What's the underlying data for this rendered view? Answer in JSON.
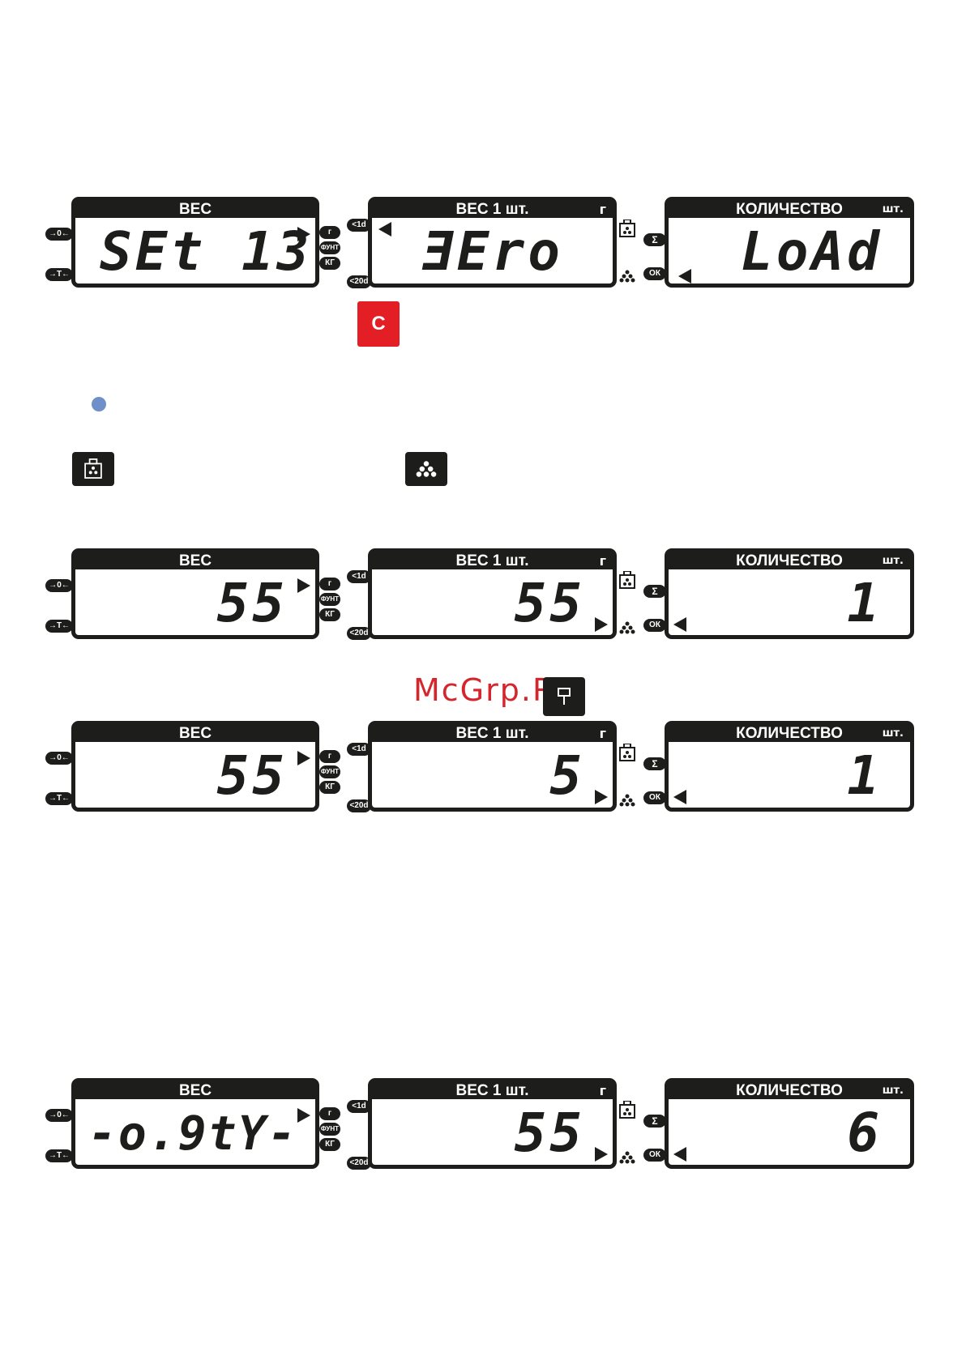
{
  "displays": [
    {
      "weight": {
        "label": "ВЕС",
        "value": "SEt 13",
        "align": "left"
      },
      "unit": {
        "label": "ВЕС 1 шт.",
        "unit": "г",
        "value": "ƎEro",
        "align": "center"
      },
      "count": {
        "label": "КОЛИЧЕСТВО",
        "unit": "шт.",
        "value": "LoAd",
        "align": "right"
      }
    },
    {
      "weight": {
        "label": "ВЕС",
        "value": "55",
        "align": "right"
      },
      "unit": {
        "label": "ВЕС 1 шт.",
        "unit": "г",
        "value": "55",
        "align": "right"
      },
      "count": {
        "label": "КОЛИЧЕСТВО",
        "unit": "шт.",
        "value": "1",
        "align": "right"
      }
    },
    {
      "weight": {
        "label": "ВЕС",
        "value": "55",
        "align": "right"
      },
      "unit": {
        "label": "ВЕС 1 шт.",
        "unit": "г",
        "value": "5",
        "align": "right"
      },
      "count": {
        "label": "КОЛИЧЕСТВО",
        "unit": "шт.",
        "value": "1",
        "align": "right"
      }
    },
    {
      "weight": {
        "label": "ВЕС",
        "value": "-o.9tY-",
        "align": "left"
      },
      "unit": {
        "label": "ВЕС 1 шт.",
        "unit": "г",
        "value": "55",
        "align": "right"
      },
      "count": {
        "label": "КОЛИЧЕСТВО",
        "unit": "шт.",
        "value": "6",
        "align": "right"
      }
    }
  ],
  "side_tags": {
    "zero": "→0←",
    "tare": "→T←",
    "g": "г",
    "lb": "ФУНТ",
    "kg": "КГ",
    "d1": "<1d",
    "d20": "<20d",
    "sigma": "Σ",
    "ok": "ОК"
  },
  "keys": {
    "clear": "C"
  },
  "watermark": "McGrp.Ru",
  "colors": {
    "lcd_frame": "#1d1d1b",
    "clear_key": "#e31e24",
    "bullet": "#6f8fc9",
    "watermark": "#d3272d"
  }
}
